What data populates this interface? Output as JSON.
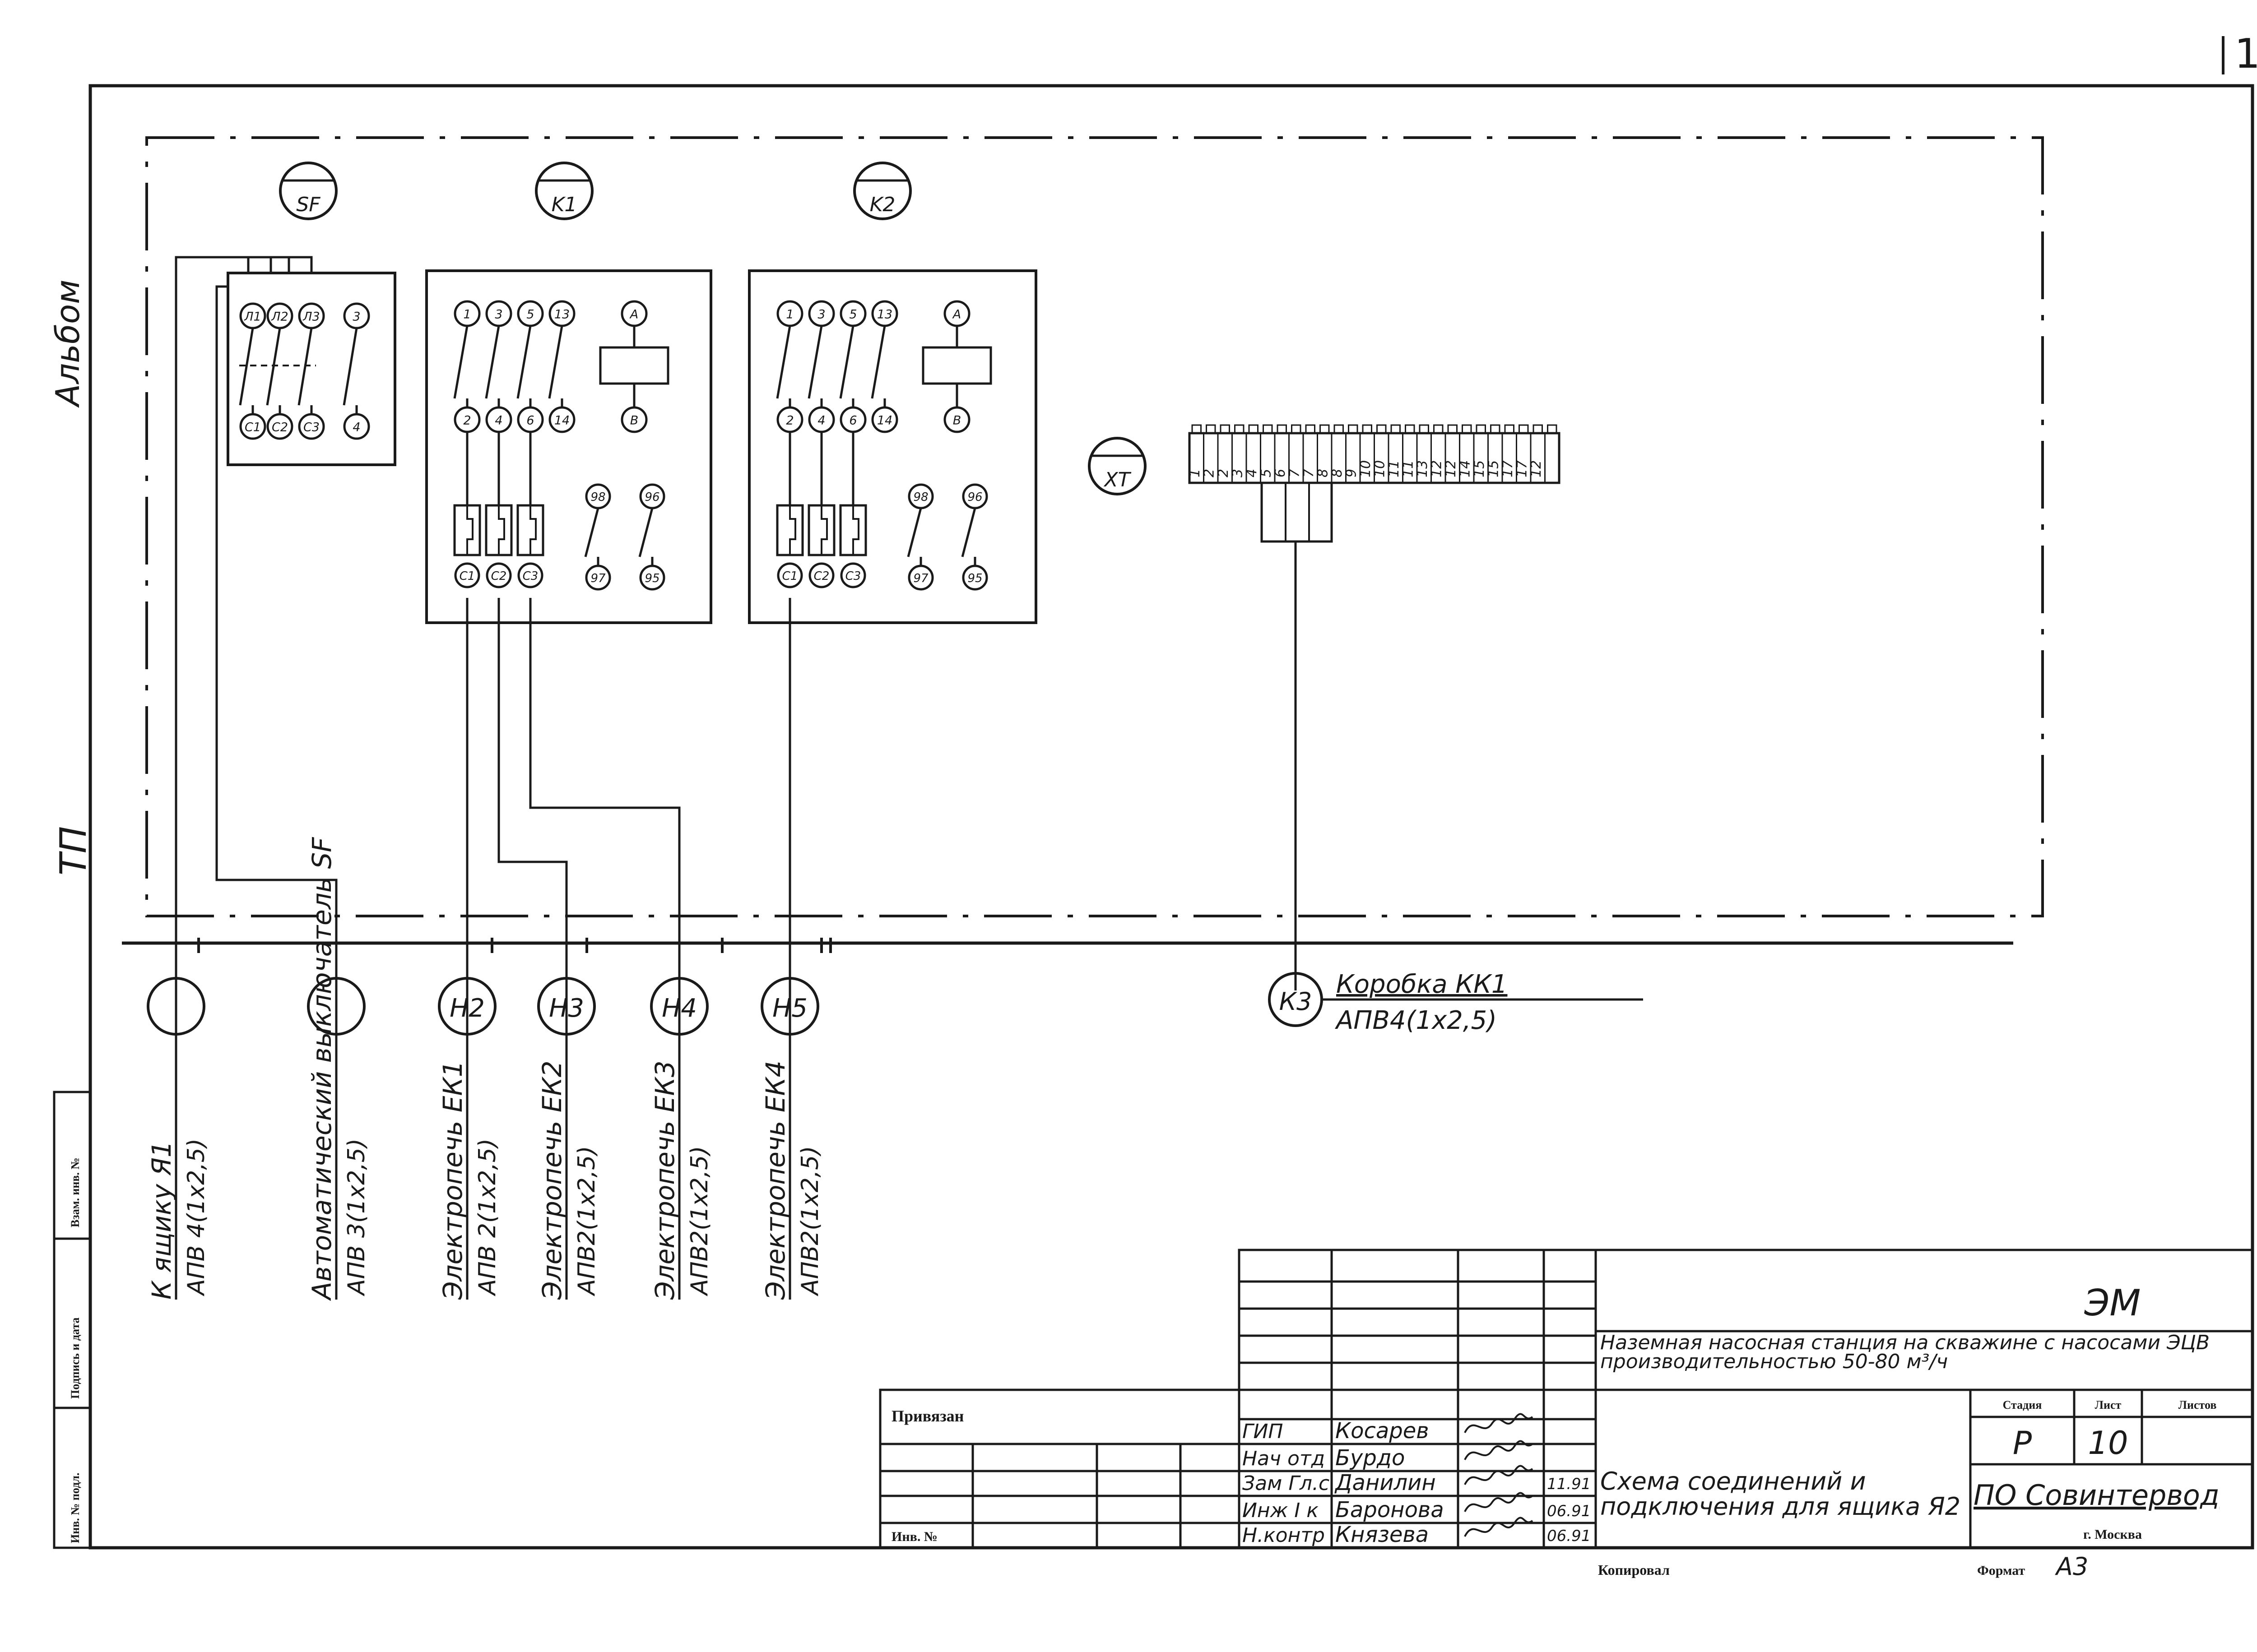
{
  "sheet_number": "1",
  "side_labels": {
    "album": "Альбом",
    "tp": "ТП"
  },
  "stamp_margin_labels": {
    "vzam": "Взам. инв. №",
    "podpis": "Подпись и дата",
    "inv": "Инв. № подл."
  },
  "devices": {
    "sf": {
      "symbol": "SF",
      "top_terminals": [
        "Л1",
        "Л2",
        "Л3",
        "3"
      ],
      "bottom_terminals": [
        "С1",
        "С2",
        "С3",
        "4"
      ]
    },
    "k1": {
      "symbol": "K1",
      "top_terminals": [
        "1",
        "3",
        "5",
        "13",
        "А"
      ],
      "bottom_terminals": [
        "2",
        "4",
        "6",
        "14",
        "В"
      ],
      "aux_top": [
        "98",
        "96"
      ],
      "aux_bottom": [
        "97",
        "95"
      ],
      "out_terminals": [
        "С1",
        "С2",
        "С3"
      ]
    },
    "k2": {
      "symbol": "K2",
      "top_terminals": [
        "1",
        "3",
        "5",
        "13",
        "А"
      ],
      "bottom_terminals": [
        "2",
        "4",
        "6",
        "14",
        "В"
      ],
      "aux_top": [
        "98",
        "96"
      ],
      "aux_bottom": [
        "97",
        "95"
      ],
      "out_terminals": [
        "С1",
        "С2",
        "С3"
      ]
    },
    "xt": {
      "symbol": "XT",
      "terminals": [
        "1",
        "2",
        "2",
        "3",
        "4",
        "5",
        "6",
        "7",
        "7",
        "8",
        "8",
        "9",
        "10",
        "10",
        "11",
        "11",
        "13",
        "12",
        "12",
        "14",
        "15",
        "15",
        "17",
        "17",
        "12",
        ""
      ]
    }
  },
  "cables": [
    {
      "tag": "",
      "label": "К ящику Я1",
      "cable": "АПВ 4(1х2,5)"
    },
    {
      "tag": "",
      "label": "Автоматический выключатель SF",
      "cable": "АПВ 3(1х2,5)"
    },
    {
      "tag": "Н2",
      "label": "Электропечь ЕК1",
      "cable": "АПВ 2(1х2,5)"
    },
    {
      "tag": "Н3",
      "label": "Электропечь ЕК2",
      "cable": "АПВ2(1х2,5)"
    },
    {
      "tag": "Н4",
      "label": "Электропечь ЕК3",
      "cable": "АПВ2(1х2,5)"
    },
    {
      "tag": "Н5",
      "label": "Электропечь ЕК4",
      "cable": "АПВ2(1х2,5)"
    }
  ],
  "box_cable": {
    "tag": "К3",
    "label": "Коробка КК1",
    "cable": "АПВ4(1х2,5)"
  },
  "title_block": {
    "code": "ЭМ",
    "project_title": "Наземная насосная станция на скважине с насосами ЭЦВ производительностью 50-80 м³/ч",
    "sheet_title": "Схема соединений и подключения для ящика Я2",
    "organization": "ПО Совинтервод",
    "city": "г. Москва",
    "stage_header": "Стадия",
    "sheet_header": "Лист",
    "sheets_header": "Листов",
    "stage": "Р",
    "sheet": "10",
    "sheets": "",
    "privyazan": "Привязан",
    "inv_no": "Инв. №",
    "kopiroval": "Копировал",
    "format_label": "Формат",
    "format_value": "А3",
    "signers": [
      {
        "role": "ГИП",
        "name": "Косарев",
        "date": ""
      },
      {
        "role": "Нач отд",
        "name": "Бурдо",
        "date": ""
      },
      {
        "role": "Зам Гл.с",
        "name": "Данилин",
        "date": "11.91"
      },
      {
        "role": "Инж I к",
        "name": "Баронова",
        "date": "06.91"
      },
      {
        "role": "Н.контр",
        "name": "Князева",
        "date": "06.91"
      }
    ]
  }
}
